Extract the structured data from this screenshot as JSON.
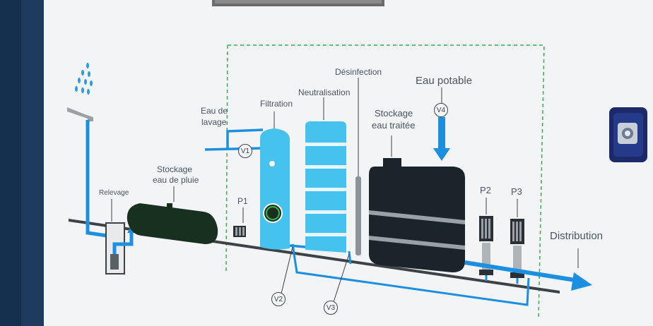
{
  "labels": {
    "relevage": "Relevage",
    "stockage_pluie_1": "Stockage",
    "stockage_pluie_2": "eau de pluie",
    "eau_lavage_1": "Eau de",
    "eau_lavage_2": "lavage",
    "p1": "P1",
    "filtration": "Filtration",
    "neutralisation": "Neutralisation",
    "desinfection": "Désinfection",
    "eau_potable": "Eau potable",
    "stockage_traitee_1": "Stockage",
    "stockage_traitee_2": "eau traitée",
    "p2": "P2",
    "p3": "P3",
    "distribution": "Distribution"
  },
  "valves": {
    "v1": "V1",
    "v2": "V2",
    "v3": "V3",
    "v4": "V4"
  },
  "colors": {
    "wall": "#f4f5f7",
    "pipe_blue": "#1d8fe0",
    "light_blue": "#45c2ee",
    "dark_tank": "#1c242b",
    "green_tank": "#17301f",
    "frame_green": "#3fae57",
    "ground": "#3d4246"
  }
}
